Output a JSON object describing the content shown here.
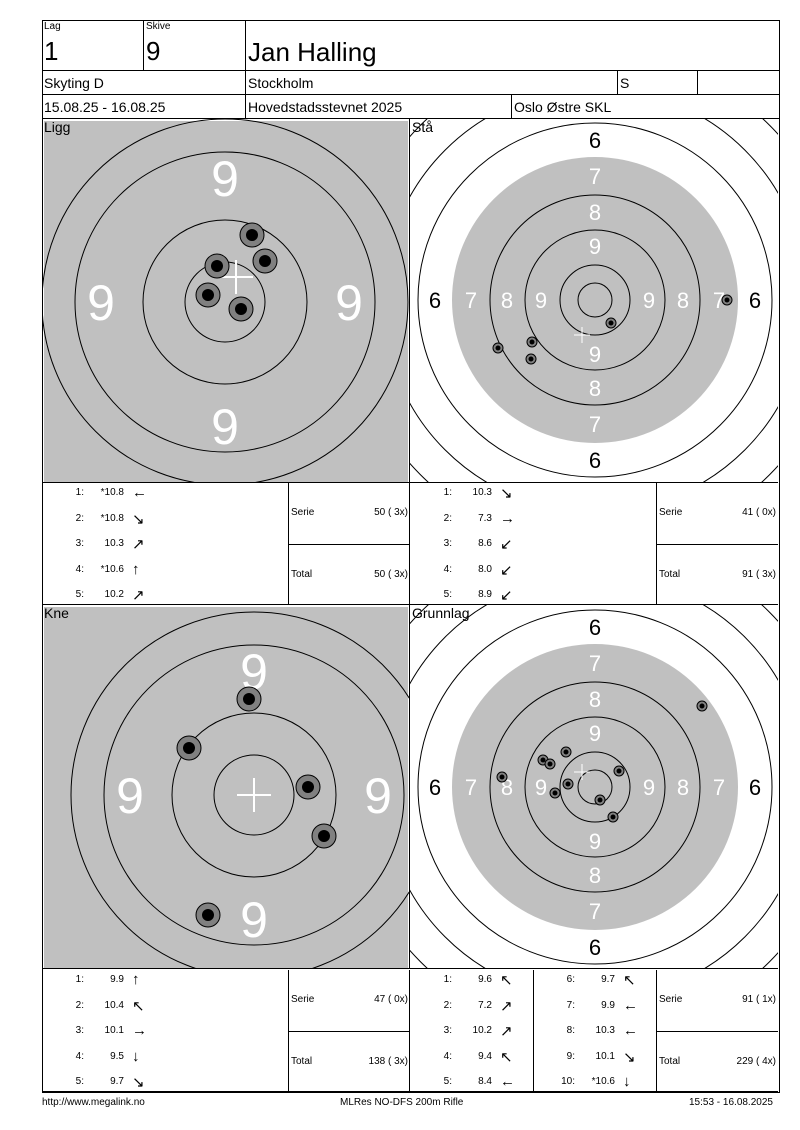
{
  "header": {
    "lag_label": "Lag",
    "lag": "1",
    "skive_label": "Skive",
    "skive": "9",
    "name": "Jan Halling",
    "class": "Skyting D",
    "city": "Stockholm",
    "category": "S",
    "dates": "15.08.25 - 16.08.25",
    "event": "Hovedstadsstevnet 2025",
    "club": "Oslo Østre SKL"
  },
  "targets": [
    {
      "name": "Ligg",
      "shots": [
        {
          "n": "1:",
          "v": "*10.8",
          "a": "←"
        },
        {
          "n": "2:",
          "v": "*10.8",
          "a": "↘"
        },
        {
          "n": "3:",
          "v": "10.3",
          "a": "↗"
        },
        {
          "n": "4:",
          "v": "*10.6",
          "a": "↑"
        },
        {
          "n": "5:",
          "v": "10.2",
          "a": "↗"
        }
      ],
      "serie_label": "Serie",
      "serie": "50 ( 3x)",
      "total_label": "Total",
      "total": "50 ( 3x)"
    },
    {
      "name": "Stå",
      "shots": [
        {
          "n": "1:",
          "v": "10.3",
          "a": "↘"
        },
        {
          "n": "2:",
          "v": "7.3",
          "a": "→"
        },
        {
          "n": "3:",
          "v": "8.6",
          "a": "↙"
        },
        {
          "n": "4:",
          "v": "8.0",
          "a": "↙"
        },
        {
          "n": "5:",
          "v": "8.9",
          "a": "↙"
        }
      ],
      "serie_label": "Serie",
      "serie": "41 ( 0x)",
      "total_label": "Total",
      "total": "91 ( 3x)"
    },
    {
      "name": "Kne",
      "shots": [
        {
          "n": "1:",
          "v": "9.9",
          "a": "↑"
        },
        {
          "n": "2:",
          "v": "10.4",
          "a": "↖"
        },
        {
          "n": "3:",
          "v": "10.1",
          "a": "→"
        },
        {
          "n": "4:",
          "v": "9.5",
          "a": "↓"
        },
        {
          "n": "5:",
          "v": "9.7",
          "a": "↘"
        }
      ],
      "serie_label": "Serie",
      "serie": "47 ( 0x)",
      "total_label": "Total",
      "total": "138 ( 3x)"
    },
    {
      "name": "Grunnlag",
      "shots": [
        {
          "n": "1:",
          "v": "9.6",
          "a": "↖"
        },
        {
          "n": "2:",
          "v": "7.2",
          "a": "↗"
        },
        {
          "n": "3:",
          "v": "10.2",
          "a": "↗"
        },
        {
          "n": "4:",
          "v": "9.4",
          "a": "↖"
        },
        {
          "n": "5:",
          "v": "8.4",
          "a": "←"
        },
        {
          "n": "6:",
          "v": "9.7",
          "a": "↖"
        },
        {
          "n": "7:",
          "v": "9.9",
          "a": "←"
        },
        {
          "n": "8:",
          "v": "10.3",
          "a": "←"
        },
        {
          "n": "9:",
          "v": "10.1",
          "a": "↘"
        },
        {
          "n": "10:",
          "v": "*10.6",
          "a": "↓"
        }
      ],
      "serie_label": "Serie",
      "serie": "91 ( 1x)",
      "total_label": "Total",
      "total": "229 ( 4x)"
    }
  ],
  "ring_labels": {
    "zoomed": "9",
    "full": [
      "6",
      "7",
      "8",
      "9"
    ]
  },
  "footer": {
    "url": "http://www.megalink.no",
    "program": "MLRes NO-DFS 200m Rifle",
    "time": "15:53 - 16.08.2025"
  }
}
